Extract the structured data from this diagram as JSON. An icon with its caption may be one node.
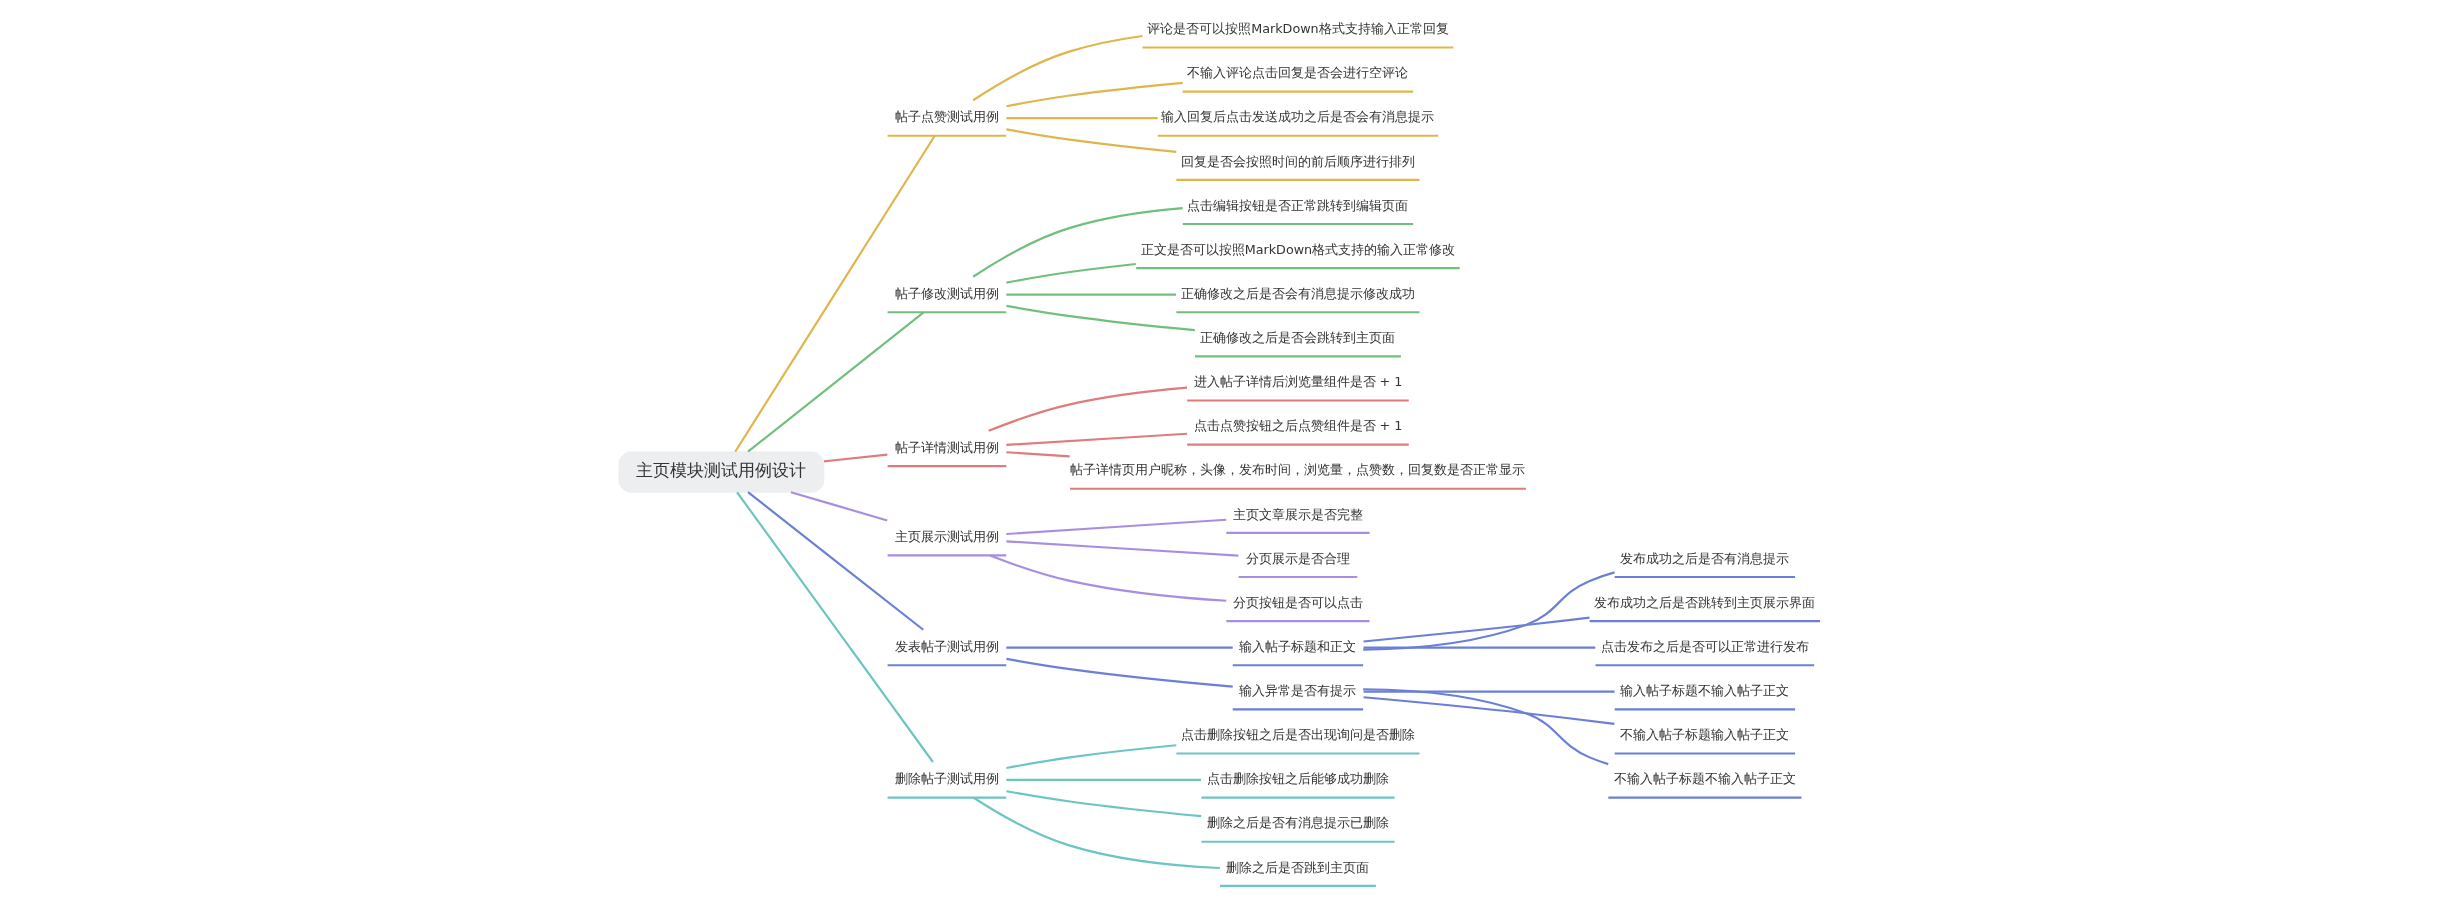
{
  "diagram": {
    "nodes": [
      {
        "text": [
          "主页模块测试用例设计"
        ]
      },
      {
        "text": [
          "帖子点赞测试用例"
        ]
      },
      {
        "text": [
          "评论是否可以按照MarkDown格式支持输入正常回复"
        ]
      },
      {
        "text": [
          "不输入评论点击回复是否会进行空评论"
        ]
      },
      {
        "text": [
          "输入回复后点击发送成功之后是否会有消息提示"
        ]
      },
      {
        "text": [
          "回复是否会按照时间的前后顺序进行排列"
        ]
      },
      {
        "text": [
          "帖子修改测试用例"
        ]
      },
      {
        "text": [
          "点击编辑按钮是否正常跳转到编辑页面"
        ]
      },
      {
        "text": [
          "正文是否可以按照MarkDown格式支持的输入正常修改"
        ]
      },
      {
        "text": [
          "正确修改之后是否会有消息提示修改成功"
        ]
      },
      {
        "text": [
          "正确修改之后是否会跳转到主页面"
        ]
      },
      {
        "text": [
          "帖子详情测试用例"
        ]
      },
      {
        "text": [
          "进入帖子详情后浏览量组件是否 + 1"
        ]
      },
      {
        "text": [
          "点击点赞按钮之后点赞组件是否 + 1"
        ]
      },
      {
        "text": [
          "帖子详情页用户昵称，头像，发布时间，浏览量，点赞数，回复数是否正常显示"
        ]
      },
      {
        "text": [
          "主页展示测试用例"
        ]
      },
      {
        "text": [
          "主页文章展示是否完整"
        ]
      },
      {
        "text": [
          "分页展示是否合理"
        ]
      },
      {
        "text": [
          "分页按钮是否可以点击"
        ]
      },
      {
        "text": [
          "发表帖子测试用例"
        ]
      },
      {
        "text": [
          "输入帖子标题和正文"
        ]
      },
      {
        "text": [
          "发布成功之后是否有消息提示"
        ]
      },
      {
        "text": [
          "发布成功之后是否跳转到主页展示界面"
        ]
      },
      {
        "text": [
          "点击发布之后是否可以正常进行发布"
        ]
      },
      {
        "text": [
          "输入异常是否有提示"
        ]
      },
      {
        "text": [
          "输入帖子标题不输入帖子正文"
        ]
      },
      {
        "text": [
          "不输入帖子标题输入帖子正文"
        ]
      },
      {
        "text": [
          "不输入帖子标题不输入帖子正文"
        ]
      },
      {
        "text": [
          "删除帖子测试用例"
        ]
      },
      {
        "text": [
          "点击删除按钮之后是否出现询问是否删除"
        ]
      },
      {
        "text": [
          "点击删除按钮之后能够成功删除"
        ]
      },
      {
        "text": [
          "删除之后是否有消息提示已删除"
        ]
      },
      {
        "text": [
          "删除之后是否跳到主页面"
        ]
      }
    ],
    "edges": [
      {
        "from": 0,
        "to": 1,
        "arrow": "none",
        "color": "#e0b54b"
      },
      {
        "from": 1,
        "to": 2,
        "arrow": "none",
        "color": "#e0b54b"
      },
      {
        "from": 1,
        "to": 3,
        "arrow": "none",
        "color": "#e0b54b"
      },
      {
        "from": 1,
        "to": 4,
        "arrow": "none",
        "color": "#e0b54b"
      },
      {
        "from": 1,
        "to": 5,
        "arrow": "none",
        "color": "#e0b54b"
      },
      {
        "from": 0,
        "to": 6,
        "arrow": "none",
        "color": "#6fc07c"
      },
      {
        "from": 6,
        "to": 7,
        "arrow": "none",
        "color": "#6fc07c"
      },
      {
        "from": 6,
        "to": 8,
        "arrow": "none",
        "color": "#6fc07c"
      },
      {
        "from": 6,
        "to": 9,
        "arrow": "none",
        "color": "#6fc07c"
      },
      {
        "from": 6,
        "to": 10,
        "arrow": "none",
        "color": "#6fc07c"
      },
      {
        "from": 0,
        "to": 11,
        "arrow": "none",
        "color": "#e07b7b"
      },
      {
        "from": 11,
        "to": 12,
        "arrow": "none",
        "color": "#e07b7b"
      },
      {
        "from": 11,
        "to": 13,
        "arrow": "none",
        "color": "#e07b7b"
      },
      {
        "from": 11,
        "to": 14,
        "arrow": "none",
        "color": "#e07b7b"
      },
      {
        "from": 0,
        "to": 15,
        "arrow": "none",
        "color": "#a98ee0"
      },
      {
        "from": 15,
        "to": 16,
        "arrow": "none",
        "color": "#a98ee0"
      },
      {
        "from": 15,
        "to": 17,
        "arrow": "none",
        "color": "#a98ee0"
      },
      {
        "from": 15,
        "to": 18,
        "arrow": "none",
        "color": "#a98ee0"
      },
      {
        "from": 0,
        "to": 19,
        "arrow": "none"
      },
      {
        "from": 19,
        "to": 20,
        "arrow": "none"
      },
      {
        "from": 20,
        "to": 21,
        "arrow": "none"
      },
      {
        "from": 20,
        "to": 22,
        "arrow": "none"
      },
      {
        "from": 20,
        "to": 23,
        "arrow": "none"
      },
      {
        "from": 19,
        "to": 24,
        "arrow": "none"
      },
      {
        "from": 24,
        "to": 25,
        "arrow": "none"
      },
      {
        "from": 24,
        "to": 26,
        "arrow": "none"
      },
      {
        "from": 24,
        "to": 27,
        "arrow": "none"
      },
      {
        "from": 0,
        "to": 28,
        "arrow": "none",
        "color": "#6cc5c2"
      },
      {
        "from": 28,
        "to": 29,
        "arrow": "none",
        "color": "#6cc5c2"
      },
      {
        "from": 28,
        "to": 30,
        "arrow": "none",
        "color": "#6cc5c2"
      },
      {
        "from": 28,
        "to": 31,
        "arrow": "none",
        "color": "#6cc5c2"
      },
      {
        "from": 28,
        "to": 32,
        "arrow": "none",
        "color": "#6cc5c2"
      }
    ]
  }
}
